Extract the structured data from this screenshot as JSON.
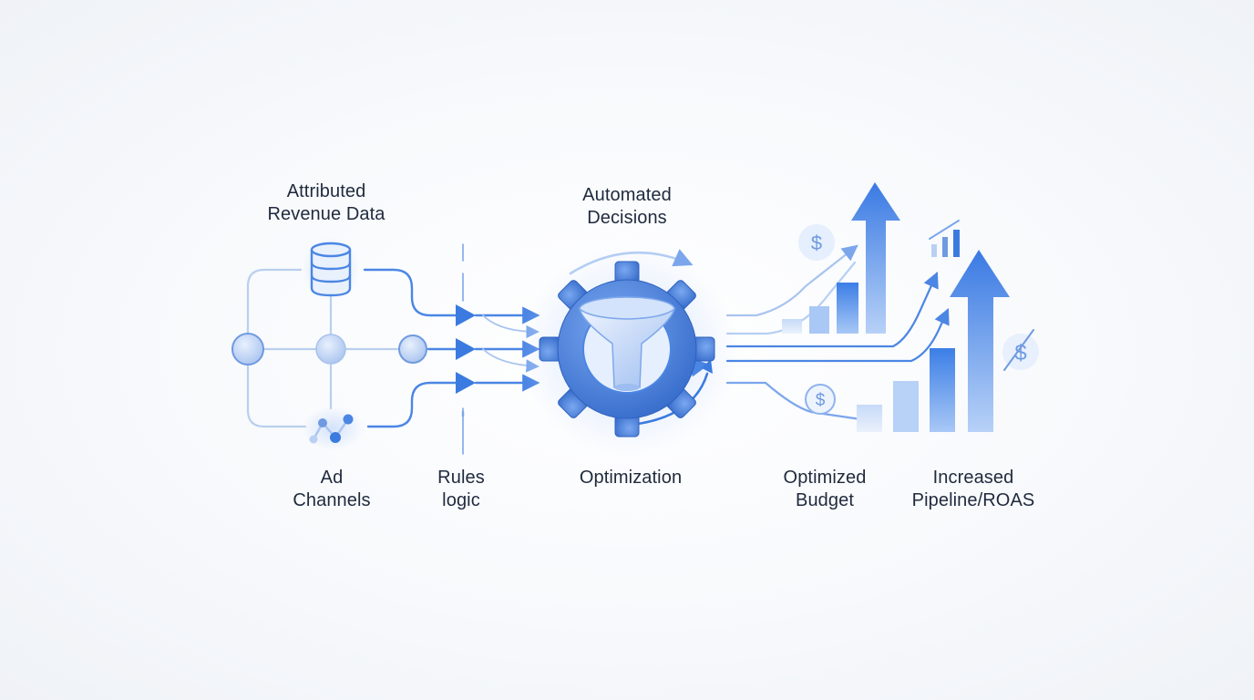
{
  "labels": {
    "attributed": [
      "Attributed",
      "Revenue Data"
    ],
    "ad_channels": [
      "Ad",
      "Channels"
    ],
    "rules": [
      "Rules",
      "logic"
    ],
    "automated": [
      "Automated",
      "Decisions"
    ],
    "optimization": [
      "Optimization"
    ],
    "budget": [
      "Optimized",
      "Budget"
    ],
    "pipeline": [
      "Increased",
      "Pipeline/ROAS"
    ]
  },
  "icons": {
    "database": "database-icon",
    "network": "network-nodes-icon",
    "gear_funnel": "gear-funnel-icon",
    "dollar": "dollar-coin-icon",
    "bar_chart": "bar-chart-icon",
    "arrow_up": "arrow-up-icon"
  },
  "colors": {
    "primary": "#3b7be0",
    "light": "#a9c6f3",
    "pale": "#dce8fb",
    "text": "#1f2a3d"
  }
}
